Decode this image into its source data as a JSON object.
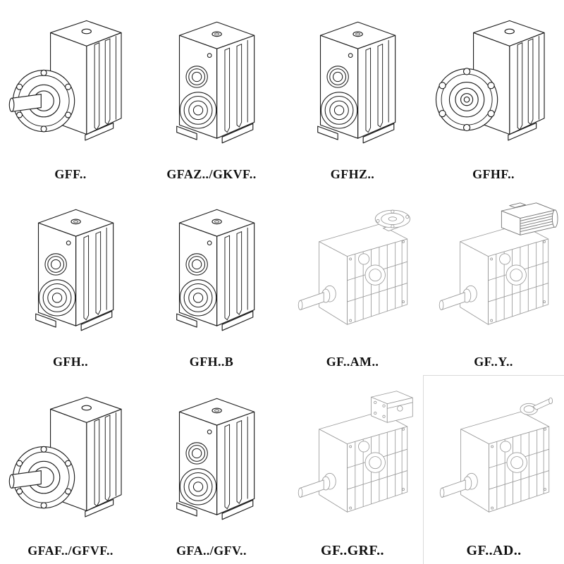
{
  "catalog": {
    "columns": 4,
    "rows": 3,
    "colors": {
      "background": "#ffffff",
      "solid_line": "#1c1c1c",
      "phantom_line": "#9a9a9a",
      "label_text": "#111111"
    },
    "items": [
      {
        "label": "GFF..",
        "variant": "flange-output-with-shaft",
        "style": "solid"
      },
      {
        "label": "GFAZ../GKVF..",
        "variant": "hollow-bore",
        "style": "solid"
      },
      {
        "label": "GFHZ..",
        "variant": "hollow-bore",
        "style": "solid"
      },
      {
        "label": "GFHF..",
        "variant": "flange-output-hollow",
        "style": "solid"
      },
      {
        "label": "GFH..",
        "variant": "hollow-bore",
        "style": "solid"
      },
      {
        "label": "GFH..B",
        "variant": "hollow-bore-foot",
        "style": "solid"
      },
      {
        "label": "GF..AM..",
        "variant": "input-flange-adapter",
        "style": "phantom"
      },
      {
        "label": "GF..Y..",
        "variant": "with-motor",
        "style": "phantom"
      },
      {
        "label": "GFAF../GFVF..",
        "variant": "flange-output-with-shaft",
        "style": "solid"
      },
      {
        "label": "GFA../GFV..",
        "variant": "hollow-bore",
        "style": "solid"
      },
      {
        "label": "GF..GRF..",
        "variant": "input-box-adapter",
        "style": "phantom"
      },
      {
        "label": "GF..AD..",
        "variant": "input-shaft",
        "style": "phantom"
      }
    ]
  }
}
